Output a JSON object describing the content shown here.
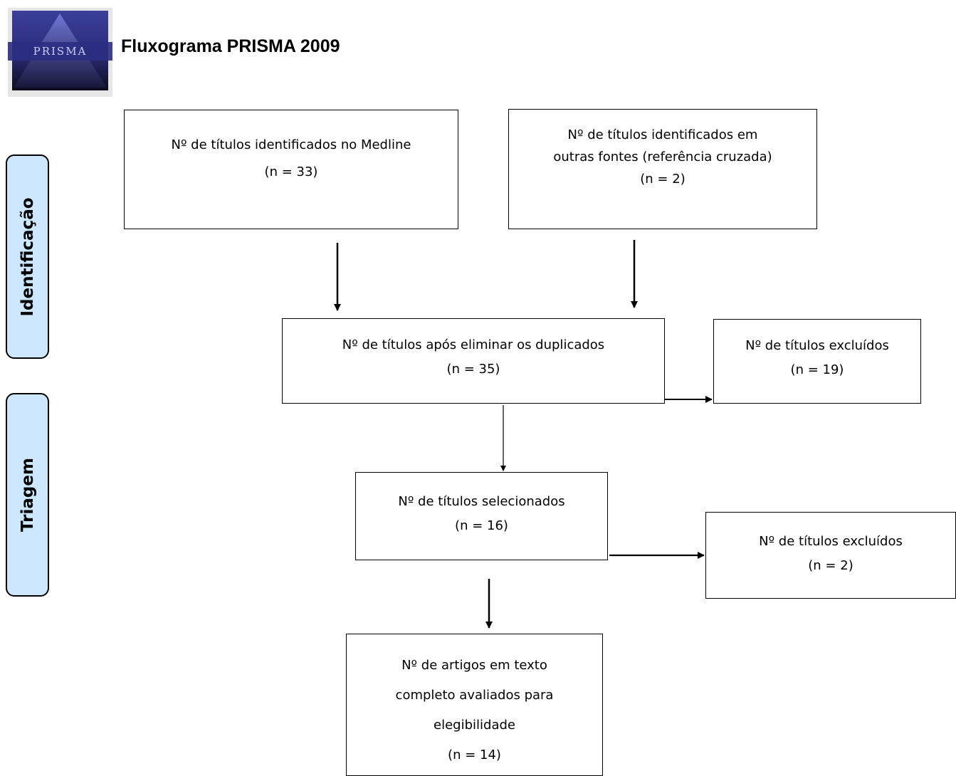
{
  "header": {
    "logo_text": "PRISMA",
    "title": "Fluxograma PRISMA 2009"
  },
  "stages": {
    "identification": "Identificação",
    "screening": "Triagem"
  },
  "boxes": {
    "medline": {
      "lines": [
        "Nº de títulos identificados no Medline",
        "(n = 33)"
      ]
    },
    "other_sources": {
      "lines": [
        "Nº de títulos identificados em",
        "outras fontes (referência cruzada)",
        "(n = 2)"
      ]
    },
    "after_duplicates": {
      "lines": [
        "Nº de títulos após eliminar os duplicados",
        "(n = 35)"
      ]
    },
    "excluded_1": {
      "lines": [
        "Nº de títulos excluídos",
        "(n = 19)"
      ]
    },
    "selected": {
      "lines": [
        "Nº de títulos selecionados",
        "(n = 16)"
      ]
    },
    "excluded_2": {
      "lines": [
        "Nº de títulos excluídos",
        "(n = 2)"
      ]
    },
    "full_text": {
      "lines": [
        "Nº de artigos em texto",
        "completo avaliados para",
        "elegibilidade",
        "(n = 14)"
      ]
    }
  },
  "colors": {
    "stage_fill": "#cce7ff",
    "logo_dark": "#1f1f6b",
    "logo_light": "#5a5fc8"
  }
}
